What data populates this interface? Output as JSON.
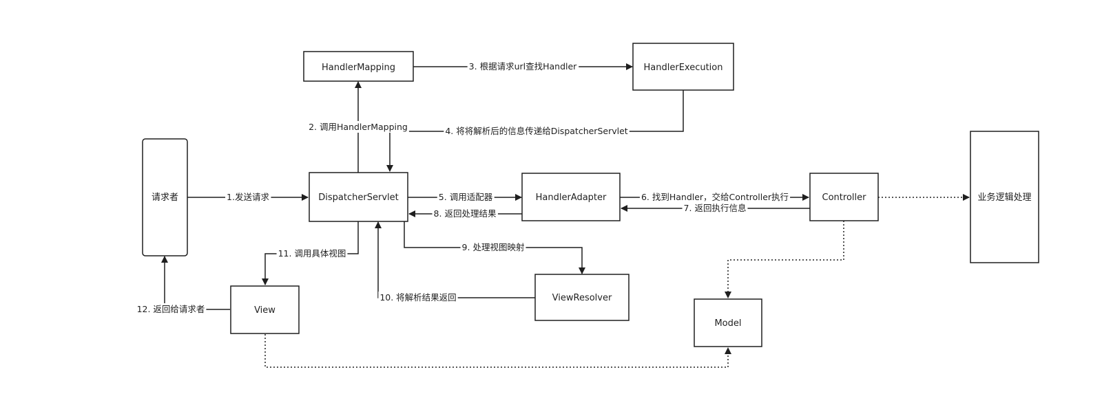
{
  "nodes": {
    "requester": "请求者",
    "dispatcher": "DispatcherServlet",
    "handler_mapping": "HandlerMapping",
    "handler_execution": "HandlerExecution",
    "handler_adapter": "HandlerAdapter",
    "controller": "Controller",
    "business_logic": "业务逻辑处理",
    "model": "Model",
    "view_resolver": "ViewResolver",
    "view": "View"
  },
  "edges": {
    "e1": "1.发送请求",
    "e2": "2. 调用HandlerMapping",
    "e3": "3. 根据请求url查找Handler",
    "e4": "4. 将将解析后的信息传递给DispatcherServlet",
    "e5": "5. 调用适配器",
    "e6": "6. 找到Handler，交给Controller执行",
    "e7": "7. 返回执行信息",
    "e8": "8. 返回处理结果",
    "e9": "9. 处理视图映射",
    "e10": "10. 将解析结果返回",
    "e11": "11. 调用具体视图",
    "e12": "12. 返回给请求者"
  }
}
